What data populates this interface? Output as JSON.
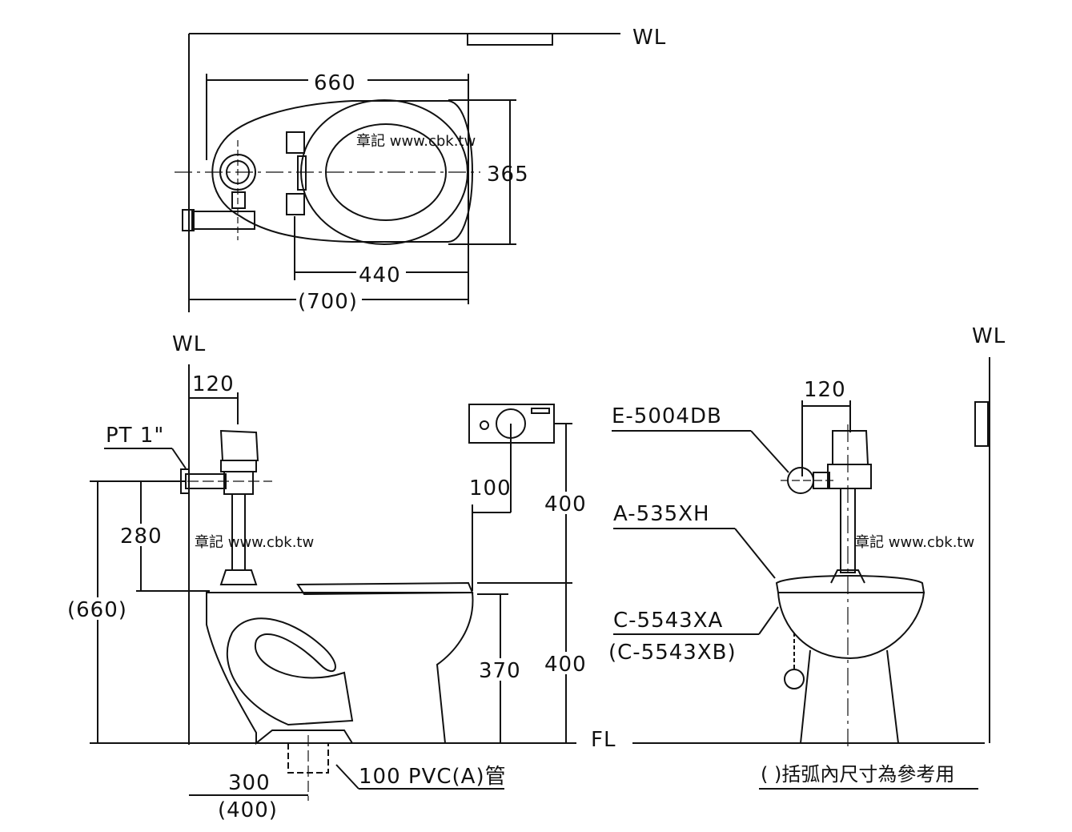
{
  "wall_labels": {
    "top": "WL",
    "left": "WL",
    "right": "WL"
  },
  "floor_label": "FL",
  "watermarks": {
    "top": "章記 www.cbk.tw",
    "left": "章記 www.cbk.tw",
    "right": "章記 www.cbk.tw"
  },
  "plan_view": {
    "width": "660",
    "depth": "365",
    "seat_length": "440",
    "overall": "(700)"
  },
  "side_view": {
    "valve_offset": "120",
    "supply_height": "280",
    "overall_height": "(660)",
    "bowl_height": "370",
    "button_height": "400",
    "button_offset": "100",
    "floor_to_rim": "400",
    "drain_offset": "300",
    "drain_offset_alt": "(400)",
    "drain_pipe": "100 PVC(A)管",
    "supply_thread": "PT 1\""
  },
  "front_view": {
    "valve_offset": "120",
    "parts": [
      "E-5004DB",
      "A-535XH",
      "C-5543XA",
      "(C-5543XB)"
    ]
  },
  "footnote": "(  )括弧內尺寸為參考用"
}
